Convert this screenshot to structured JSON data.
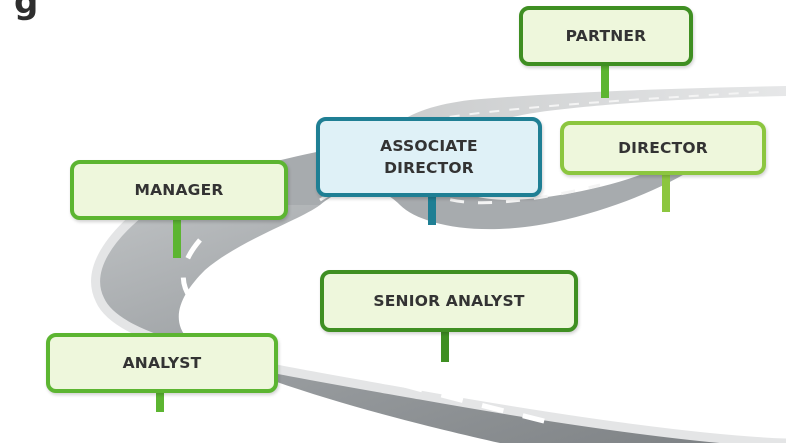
{
  "title_fragment": "g",
  "colors": {
    "green_border": "#5cb531",
    "dark_green_border": "#3f8f22",
    "light_green_border": "#8cc63f",
    "fill_light": "#eef7dc",
    "teal_border": "#1f7f94",
    "teal_fill": "#dff1f7",
    "road_dark": "#8f9396",
    "road_light": "#d6d8d9"
  },
  "milestones": [
    {
      "label": "ANALYST",
      "style": "green"
    },
    {
      "label": "MANAGER",
      "style": "green"
    },
    {
      "label": "SENIOR ANALYST",
      "style": "dark-green"
    },
    {
      "label": "ASSOCIATE\nDIRECTOR",
      "style": "teal"
    },
    {
      "label": "DIRECTOR",
      "style": "light-green"
    },
    {
      "label": "PARTNER",
      "style": "green"
    }
  ]
}
